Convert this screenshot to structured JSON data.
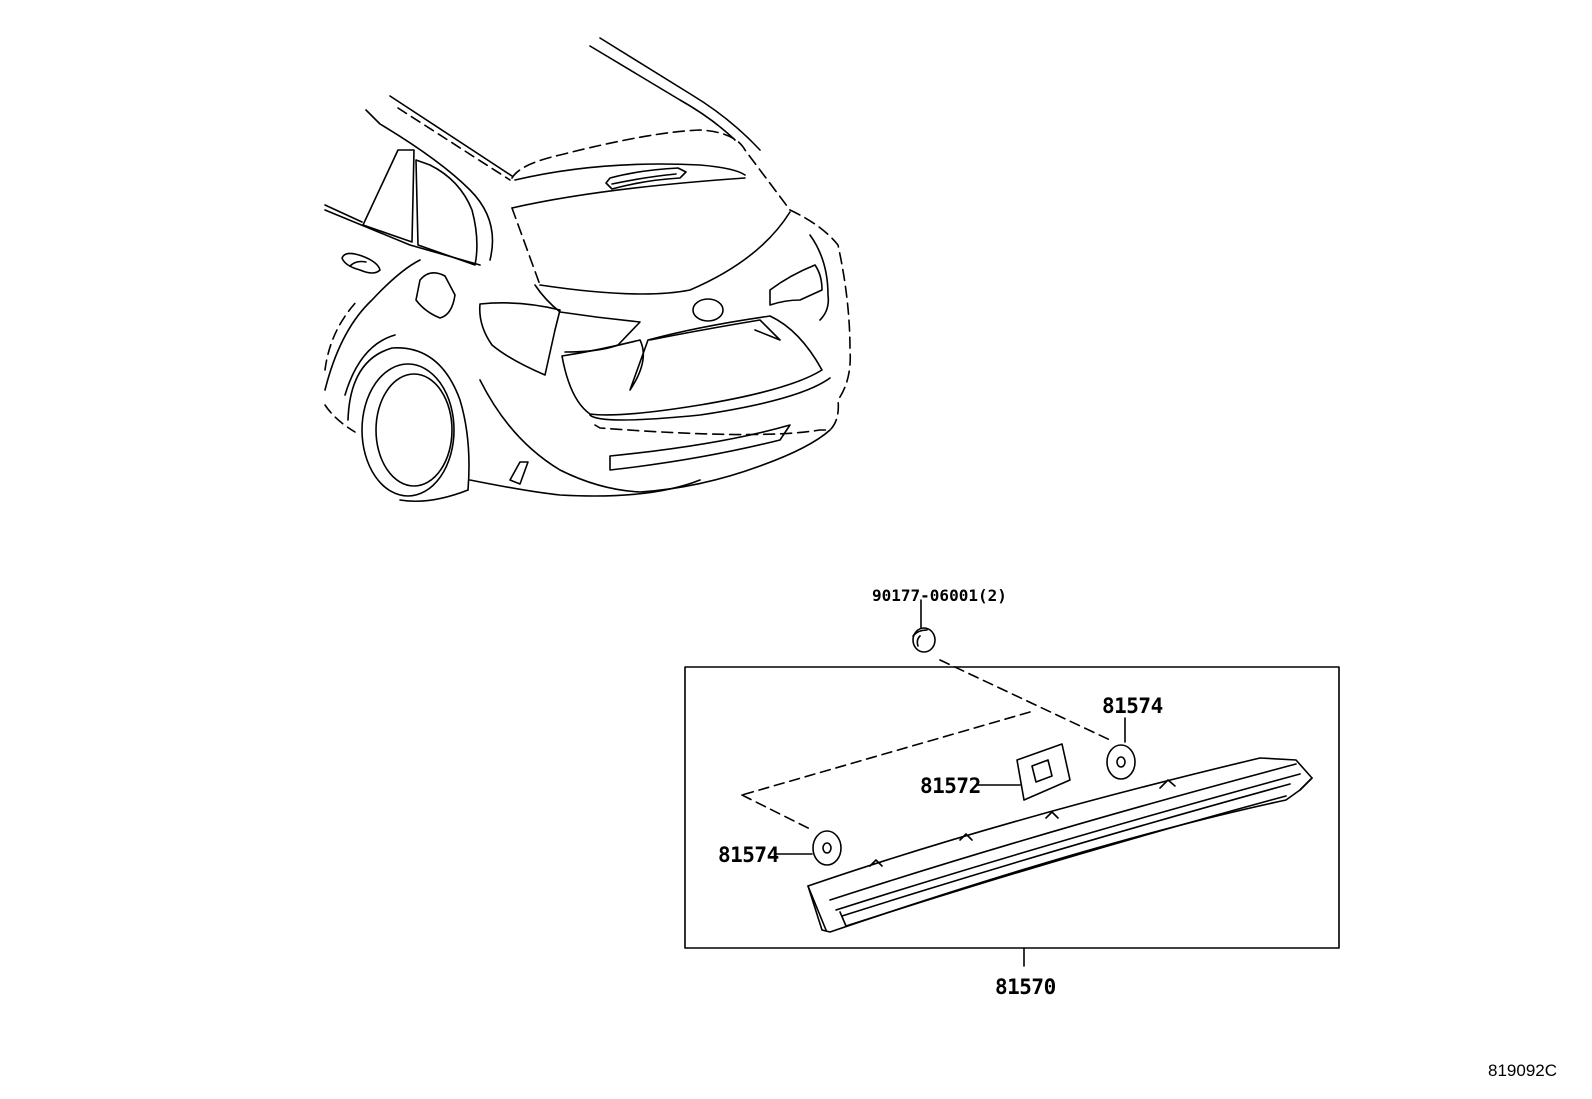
{
  "callouts": {
    "bolt": "90177-06001(2)",
    "cushion_upper": "81574",
    "gasket": "81572",
    "cushion_lower": "81574",
    "lamp_assembly": "81570"
  },
  "figure_id": "819092C"
}
